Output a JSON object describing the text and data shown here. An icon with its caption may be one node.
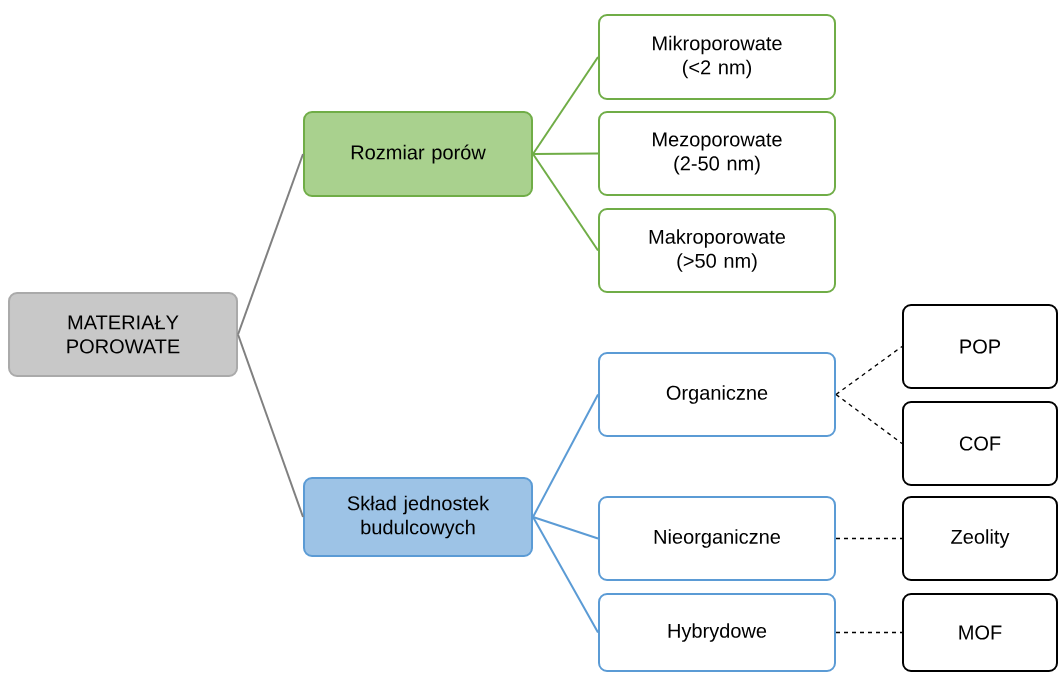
{
  "diagram": {
    "nodes": [
      {
        "text": [
          "MATERIAŁY POROWATE"
        ]
      },
      {
        "text": [
          "Rozmiar porów"
        ]
      },
      {
        "text": [
          "Mikroporowate (<2 nm)"
        ]
      },
      {
        "text": [
          "Mezoporowate (2-50 nm)"
        ]
      },
      {
        "text": [
          "Makroporowate (>50 nm)"
        ]
      },
      {
        "text": [
          "Skład jednostek budulcowych"
        ]
      },
      {
        "text": [
          "Organiczne"
        ]
      },
      {
        "text": [
          "POP"
        ]
      },
      {
        "text": [
          "COF"
        ]
      },
      {
        "text": [
          "Nieorganiczne"
        ]
      },
      {
        "text": [
          "Zeolity"
        ]
      },
      {
        "text": [
          "Hybrydowe"
        ]
      },
      {
        "text": [
          "MOF"
        ]
      }
    ],
    "edges": [
      {
        "from": 0,
        "to": 1,
        "arrow": "none",
        "color": "#808080"
      },
      {
        "from": 0,
        "to": 5,
        "arrow": "none",
        "color": "#808080"
      },
      {
        "from": 1,
        "to": 2,
        "arrow": "none",
        "color": "#70ad47"
      },
      {
        "from": 1,
        "to": 3,
        "arrow": "none",
        "color": "#70ad47"
      },
      {
        "from": 1,
        "to": 4,
        "arrow": "none",
        "color": "#70ad47"
      },
      {
        "from": 5,
        "to": 6,
        "arrow": "none",
        "color": "#5b9bd5"
      },
      {
        "from": 5,
        "to": 9,
        "arrow": "none",
        "color": "#5b9bd5"
      },
      {
        "from": 5,
        "to": 11,
        "arrow": "none",
        "color": "#5b9bd5"
      },
      {
        "from": 6,
        "to": 7,
        "arrow": "none",
        "style": "dashed",
        "color": "#000000"
      },
      {
        "from": 6,
        "to": 8,
        "arrow": "none",
        "style": "dashed",
        "color": "#000000"
      },
      {
        "from": 9,
        "to": 10,
        "arrow": "none",
        "style": "dashed",
        "color": "#000000"
      },
      {
        "from": 11,
        "to": 12,
        "arrow": "none",
        "style": "dashed",
        "color": "#000000"
      }
    ]
  }
}
